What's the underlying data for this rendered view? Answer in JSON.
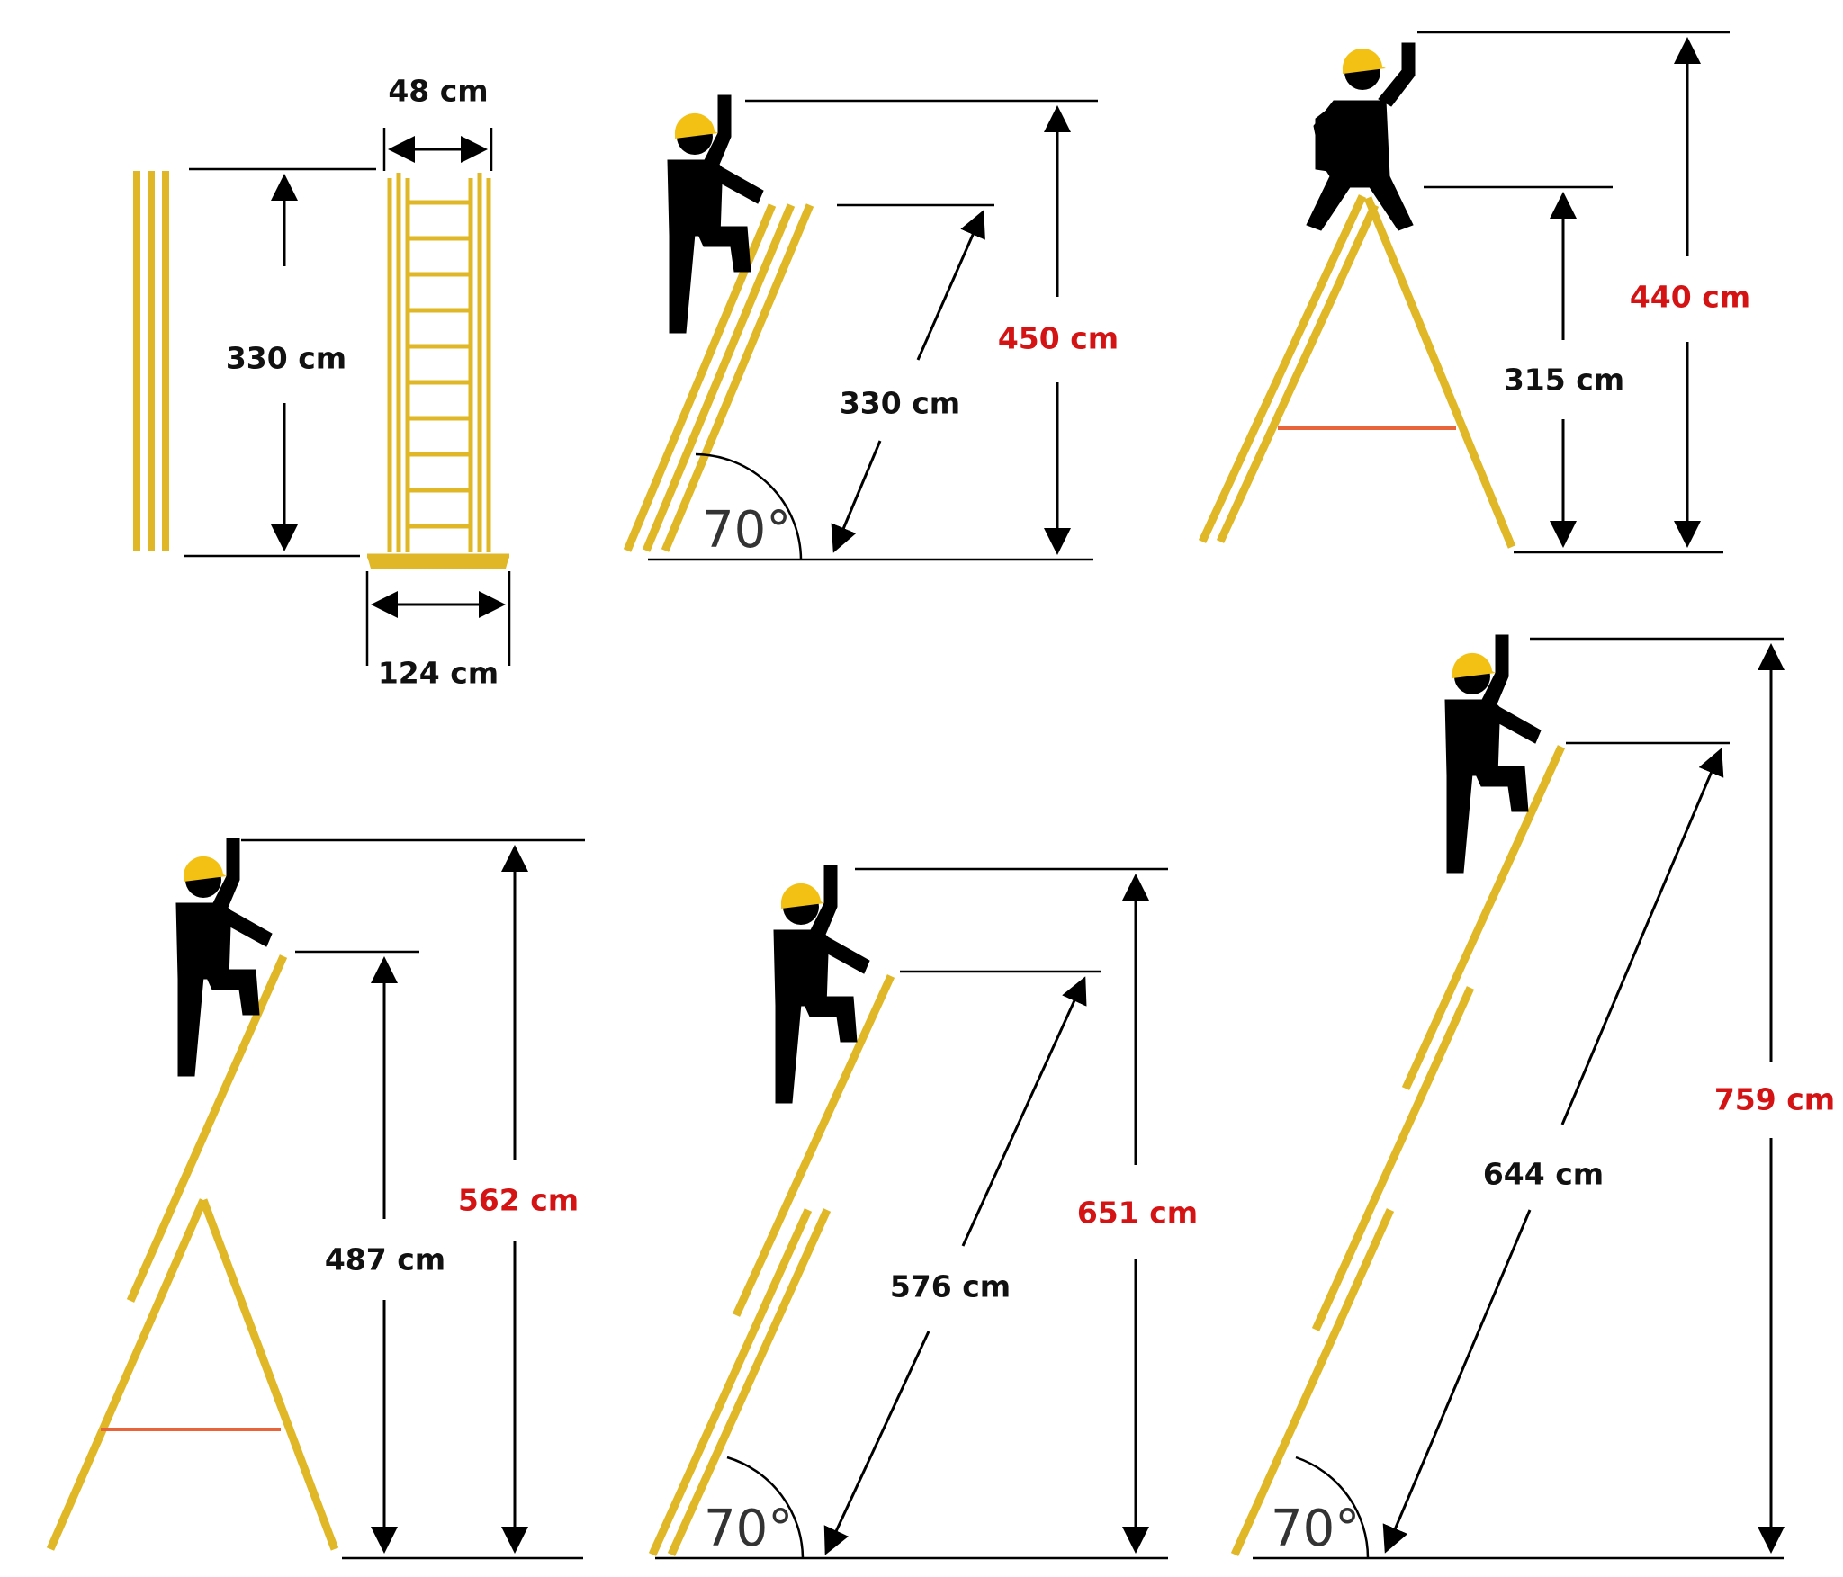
{
  "top_row": {
    "folded": {
      "height_label": "330 cm",
      "width_top_label": "48 cm",
      "width_base_label": "124 cm"
    },
    "lean_2": {
      "ladder_label": "330 cm",
      "reach_label": "450 cm",
      "angle_label": "70°"
    },
    "aframe": {
      "platform_label": "315 cm",
      "reach_label": "440 cm"
    }
  },
  "bottom_row": {
    "aframe_ext": {
      "platform_label": "487 cm",
      "reach_label": "562 cm"
    },
    "lean_2_ext": {
      "ladder_label": "576 cm",
      "reach_label": "651 cm",
      "angle_label": "70°"
    },
    "lean_3_ext": {
      "ladder_label": "644 cm",
      "reach_label": "759 cm",
      "angle_label": "70°"
    }
  },
  "colors": {
    "ladder": "#E0B726",
    "brace": "#E8643A",
    "reach_text": "#D41414",
    "helmet": "#F2C114"
  }
}
